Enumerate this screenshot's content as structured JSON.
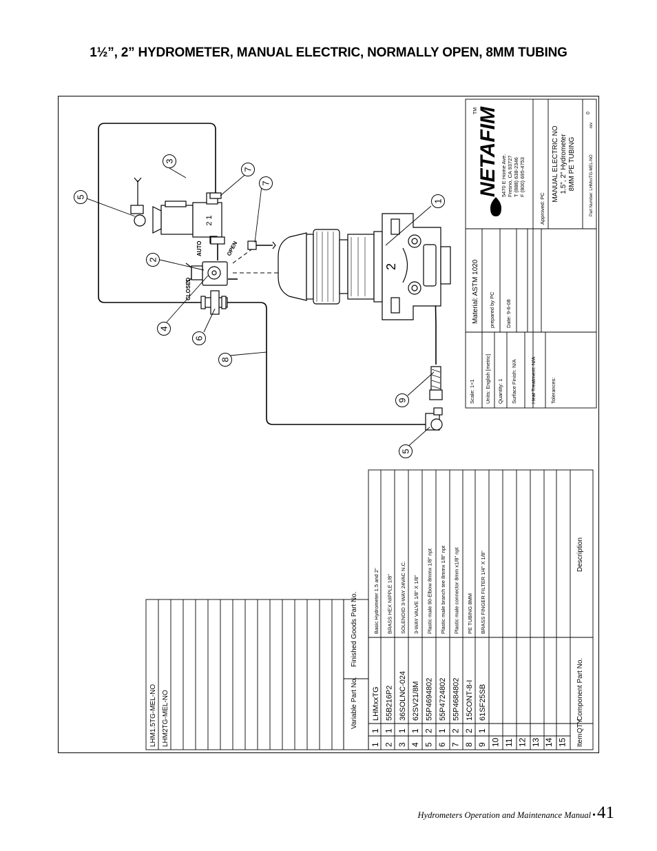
{
  "page": {
    "title": "1½”, 2” HYDROMETER, MANUAL ELECTRIC, NORMALLY OPEN, 8MM TUBING",
    "footer_manual": "Hydrometers Operation and Maintenance Manual",
    "footer_dot": "•",
    "page_number": "41"
  },
  "diagram": {
    "callouts": [
      "1",
      "2",
      "3",
      "4",
      "5",
      "5",
      "6",
      "7",
      "7",
      "8",
      "9"
    ],
    "valve_labels": {
      "auto": "AUTO",
      "open": "OPEN",
      "closed": "CLOSED"
    },
    "solenoid_marks": "2  1",
    "size_mark": "2"
  },
  "bom": {
    "variable_header": "Variable Part No.",
    "finished_header": "Finished Goods Part No.",
    "variable_parts": [
      "LHM1.5TG-MEL-NO",
      "LHM2TG-MEL-NO"
    ],
    "rows": [
      {
        "item": "1",
        "qty": "1",
        "part": "LHMxxTG",
        "desc": "Basic Hydrometer 1.5 and 2\""
      },
      {
        "item": "2",
        "qty": "1",
        "part": "55B216P2",
        "desc": "BRASS HEX NIPPLE 1/8\""
      },
      {
        "item": "3",
        "qty": "1",
        "part": "36SOLNC-024",
        "desc": "SOLENOID 3-WAY 24VAC N.C."
      },
      {
        "item": "4",
        "qty": "1",
        "part": "62SV21/8M",
        "desc": "3-WAY VALVE 1/8\" X 1/8\""
      },
      {
        "item": "5",
        "qty": "2",
        "part": "55P4694802",
        "desc": "Plastic male 90-Elbow 8mmx 1/8\" npt"
      },
      {
        "item": "6",
        "qty": "1",
        "part": "55P4724802",
        "desc": "Plastic male branch tee 8mmx 1/8\" npt"
      },
      {
        "item": "7",
        "qty": "2",
        "part": "55P4684802",
        "desc": "Plastic male connector 8mm x1/8\" npt"
      },
      {
        "item": "8",
        "qty": "2",
        "part": "15CONT-8-I",
        "desc": "PE TUBING 8MM"
      },
      {
        "item": "9",
        "qty": "1",
        "part": "61SF25SB",
        "desc": "BRASS FINGER FILTER 1/4\" X 1/8\""
      },
      {
        "item": "10",
        "qty": "",
        "part": "",
        "desc": ""
      },
      {
        "item": "11",
        "qty": "",
        "part": "",
        "desc": ""
      },
      {
        "item": "12",
        "qty": "",
        "part": "",
        "desc": ""
      },
      {
        "item": "13",
        "qty": "",
        "part": "",
        "desc": ""
      },
      {
        "item": "14",
        "qty": "",
        "part": "",
        "desc": ""
      },
      {
        "item": "15",
        "qty": "",
        "part": "",
        "desc": ""
      }
    ],
    "col_headers": {
      "item": "Item",
      "qty": "QTY",
      "part": "Component Part No.",
      "desc": "Description"
    }
  },
  "title_block": {
    "logo": "NETAFIM",
    "tm": "TM",
    "address": [
      "5470 E Home Ave.",
      "Fresno, CA 93727",
      "T (888) 638-2346",
      "F (800) 695-4753"
    ],
    "approved": "Approved: PC",
    "drawing_title": [
      "MANUAL ELECTRIC NO",
      "1.5\", 2\" Hydrometer",
      "8MM PE TUBING"
    ],
    "part_number": "Part Number: LHMxxTG-MEL-NO",
    "rev_label": "rev",
    "rev_value": "0",
    "material": "Material:  ASTM 1020",
    "prepared": "prepared by PC",
    "date": "Date: 9-6-08",
    "scale": "Scale:  1=1",
    "units": "Units: English [metric]",
    "quantity": "Quantity:  1",
    "surface": "Surface Finish: N/A",
    "heat": "Heat Treatment: N/A",
    "tolerances": "Tolerances:"
  }
}
